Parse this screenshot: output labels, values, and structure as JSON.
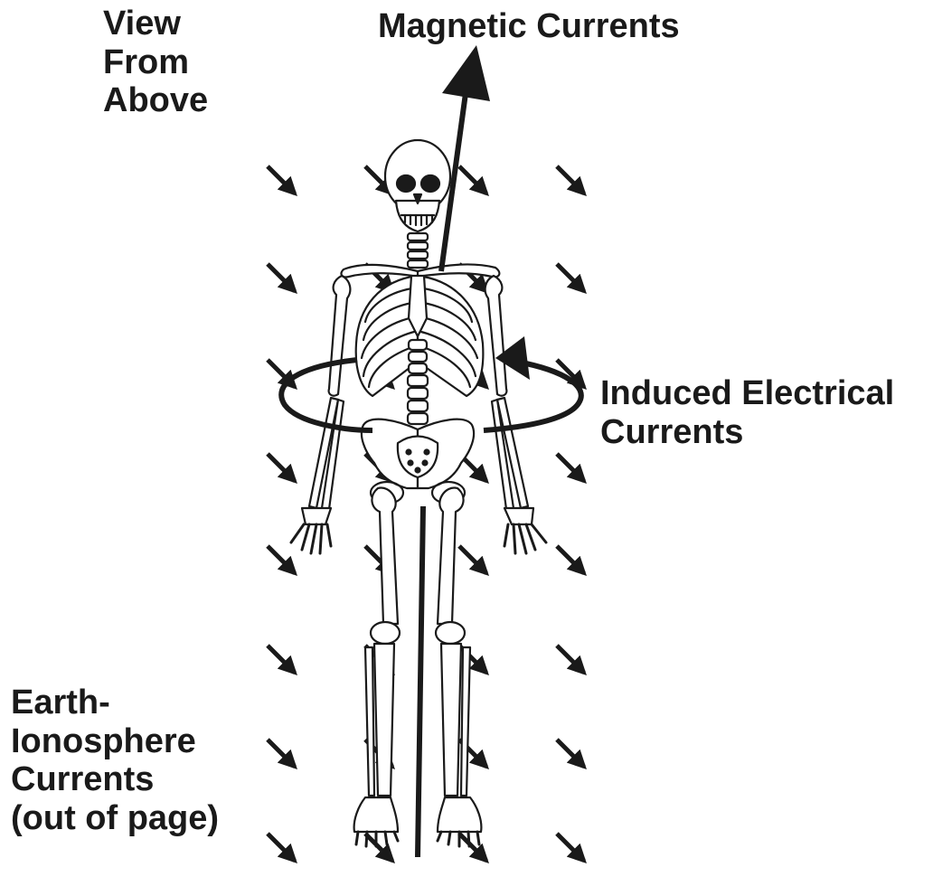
{
  "labels": {
    "view_from_above": [
      "View",
      "From",
      "Above"
    ],
    "magnetic_currents": "Magnetic Currents",
    "induced_electrical_currents": [
      "Induced Electrical",
      "Currents"
    ],
    "earth_ionosphere_currents": [
      "Earth-",
      "Ionosphere",
      "Currents",
      "(out of page)"
    ]
  },
  "colors": {
    "ink": "#1a1a1a",
    "background": "#ffffff"
  }
}
